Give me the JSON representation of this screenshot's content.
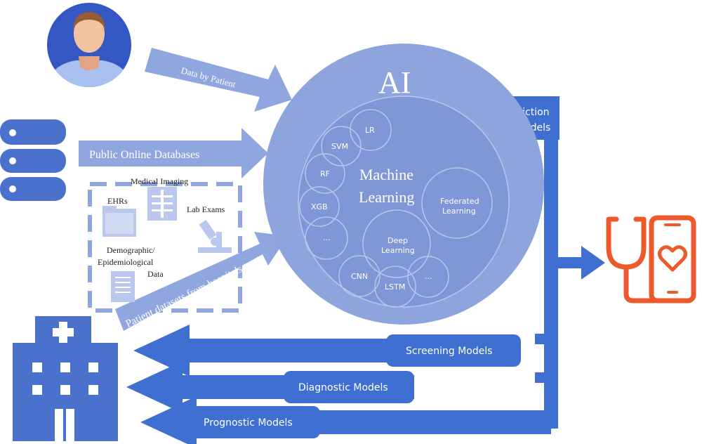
{
  "ai_label": "AI",
  "ml_label_line1": "Machine",
  "ml_label_line2": "Learning",
  "algorithms": {
    "lr": "LR",
    "svm": "SVM",
    "rf": "RF",
    "xgb": "XGB",
    "ellipsis_left": "...",
    "federated_line1": "Federated",
    "federated_line2": "Learning",
    "deep_line1": "Deep",
    "deep_line2": "Learning",
    "cnn": "CNN",
    "lstm": "LSTM",
    "ellipsis_right": "..."
  },
  "inputs": {
    "patient_arrow": "Data by Patient",
    "public_db_arrow": "Public Online Databases",
    "hospital_arrow": "Patient datasets from hospitals",
    "medical_imaging": "Medical Imaging",
    "ehrs": "EHRs",
    "lab_exams": "Lab Exams",
    "demo_line1": "Demographic/",
    "demo_line2": "Epidemiological",
    "demo_line3": "Data"
  },
  "outputs": {
    "prediction_line1": "Prediction",
    "prediction_line2": "Models",
    "screening": "Screening Models",
    "diagnostic": "Diagnostic Models",
    "prognostic": "Prognostic Models"
  },
  "colors": {
    "dark_blue": "#3f6fd1",
    "light_blue": "#8fa6de",
    "pale_blue": "#b9c8ec",
    "circle_blue": "#8da4dc",
    "orange": "#ec5a2c"
  }
}
